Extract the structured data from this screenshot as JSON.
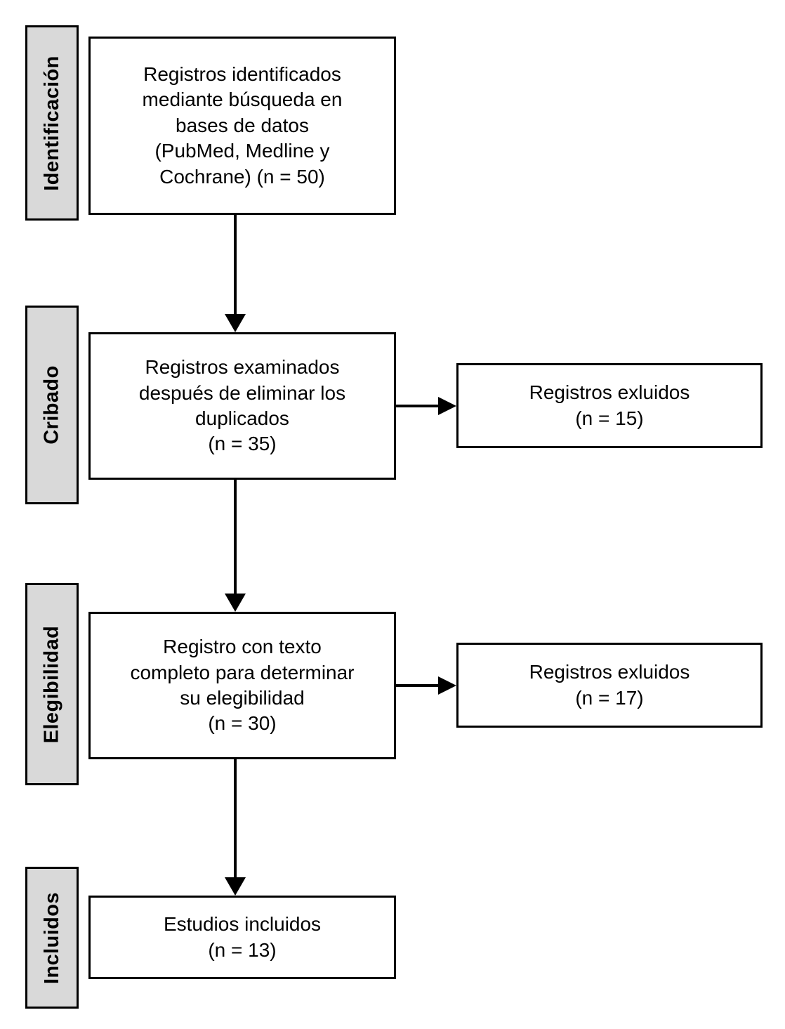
{
  "diagram": {
    "title": "PRISMA flow diagram",
    "language": "es",
    "colors": {
      "stage_tab_fill": "#d9d9d9",
      "box_fill": "#ffffff",
      "stroke": "#000000",
      "background": "#ffffff"
    }
  },
  "stages": [
    {
      "id": "identificacion",
      "label": "Identificación"
    },
    {
      "id": "cribado",
      "label": "Cribado"
    },
    {
      "id": "elegibilidad",
      "label": "Elegibilidad"
    },
    {
      "id": "incluidos",
      "label": "Incluidos"
    }
  ],
  "boxes": {
    "identified": {
      "text": "Registros identificados\nmediante búsqueda en\nbases de datos\n(PubMed, Medline y\nCochrane) (n = 50)",
      "count": 50
    },
    "screened": {
      "text": "Registros examinados\ndespués de eliminar los\nduplicados\n(n = 35)",
      "count": 35
    },
    "screened_excluded": {
      "text": "Registros exluidos\n(n = 15)",
      "count": 15
    },
    "eligibility": {
      "text": "Registro con texto\ncompleto para  determinar\nsu elegibilidad\n(n = 30)",
      "count": 30
    },
    "eligibility_excluded": {
      "text": "Registros exluidos\n(n = 17)",
      "count": 17
    },
    "included": {
      "text": "Estudios incluidos\n(n = 13)",
      "count": 13
    }
  },
  "chart_data": {
    "type": "diagram",
    "title": "PRISMA flow diagram",
    "nodes": [
      {
        "id": "identified",
        "stage": "Identificación",
        "label": "Registros identificados mediante búsqueda en bases de datos (PubMed, Medline y Cochrane)",
        "n": 50
      },
      {
        "id": "screened",
        "stage": "Cribado",
        "label": "Registros examinados después de eliminar los duplicados",
        "n": 35
      },
      {
        "id": "screened_excluded",
        "stage": "Cribado",
        "label": "Registros exluidos",
        "n": 15
      },
      {
        "id": "eligibility",
        "stage": "Elegibilidad",
        "label": "Registro con texto completo para determinar su elegibilidad",
        "n": 30
      },
      {
        "id": "eligibility_excluded",
        "stage": "Elegibilidad",
        "label": "Registros exluidos",
        "n": 17
      },
      {
        "id": "included",
        "stage": "Incluidos",
        "label": "Estudios incluidos",
        "n": 13
      }
    ],
    "edges": [
      {
        "from": "identified",
        "to": "screened",
        "direction": "down"
      },
      {
        "from": "screened",
        "to": "screened_excluded",
        "direction": "right"
      },
      {
        "from": "screened",
        "to": "eligibility",
        "direction": "down"
      },
      {
        "from": "eligibility",
        "to": "eligibility_excluded",
        "direction": "right"
      },
      {
        "from": "eligibility",
        "to": "included",
        "direction": "down"
      }
    ]
  }
}
